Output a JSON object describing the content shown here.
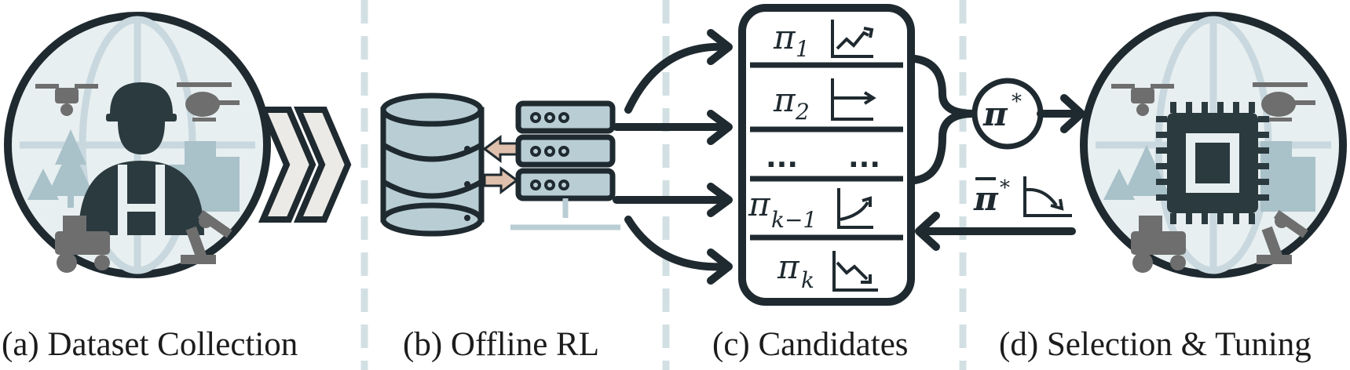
{
  "captions": {
    "a": "(a) Dataset Collection",
    "b": "(b) Offline RL",
    "c": "(c) Candidates",
    "d": "(d) Selection & Tuning"
  },
  "candidates": [
    {
      "pi": "π",
      "sub": "1",
      "trend": "rising-zigzag"
    },
    {
      "pi": "π",
      "sub": "2",
      "trend": "flat-arrow"
    },
    {
      "pi": "…",
      "sub": "",
      "trend": "none"
    },
    {
      "pi": "π",
      "sub": "k−1",
      "trend": "rising-curve"
    },
    {
      "pi": "π",
      "sub": "k",
      "trend": "falling-zigzag"
    }
  ],
  "ellipsis": "...",
  "selected": {
    "pi": "π",
    "sup": "*"
  },
  "feedback": {
    "pi": "π",
    "sup": "*",
    "bar": "‾"
  },
  "colors": {
    "dark": "#1f2a30",
    "steel": "#b9cdd5",
    "pale": "#dce8ec",
    "gray": "#6e6e6e",
    "peach": "#dfc0ad",
    "divider": "#d3e0e3"
  },
  "icons": [
    "drone-icon",
    "helicopter-icon",
    "worker-icon",
    "tractor-icon",
    "robot-arm-icon",
    "trees-icon",
    "buildings-icon",
    "database-icon",
    "server-icon",
    "chip-icon"
  ]
}
